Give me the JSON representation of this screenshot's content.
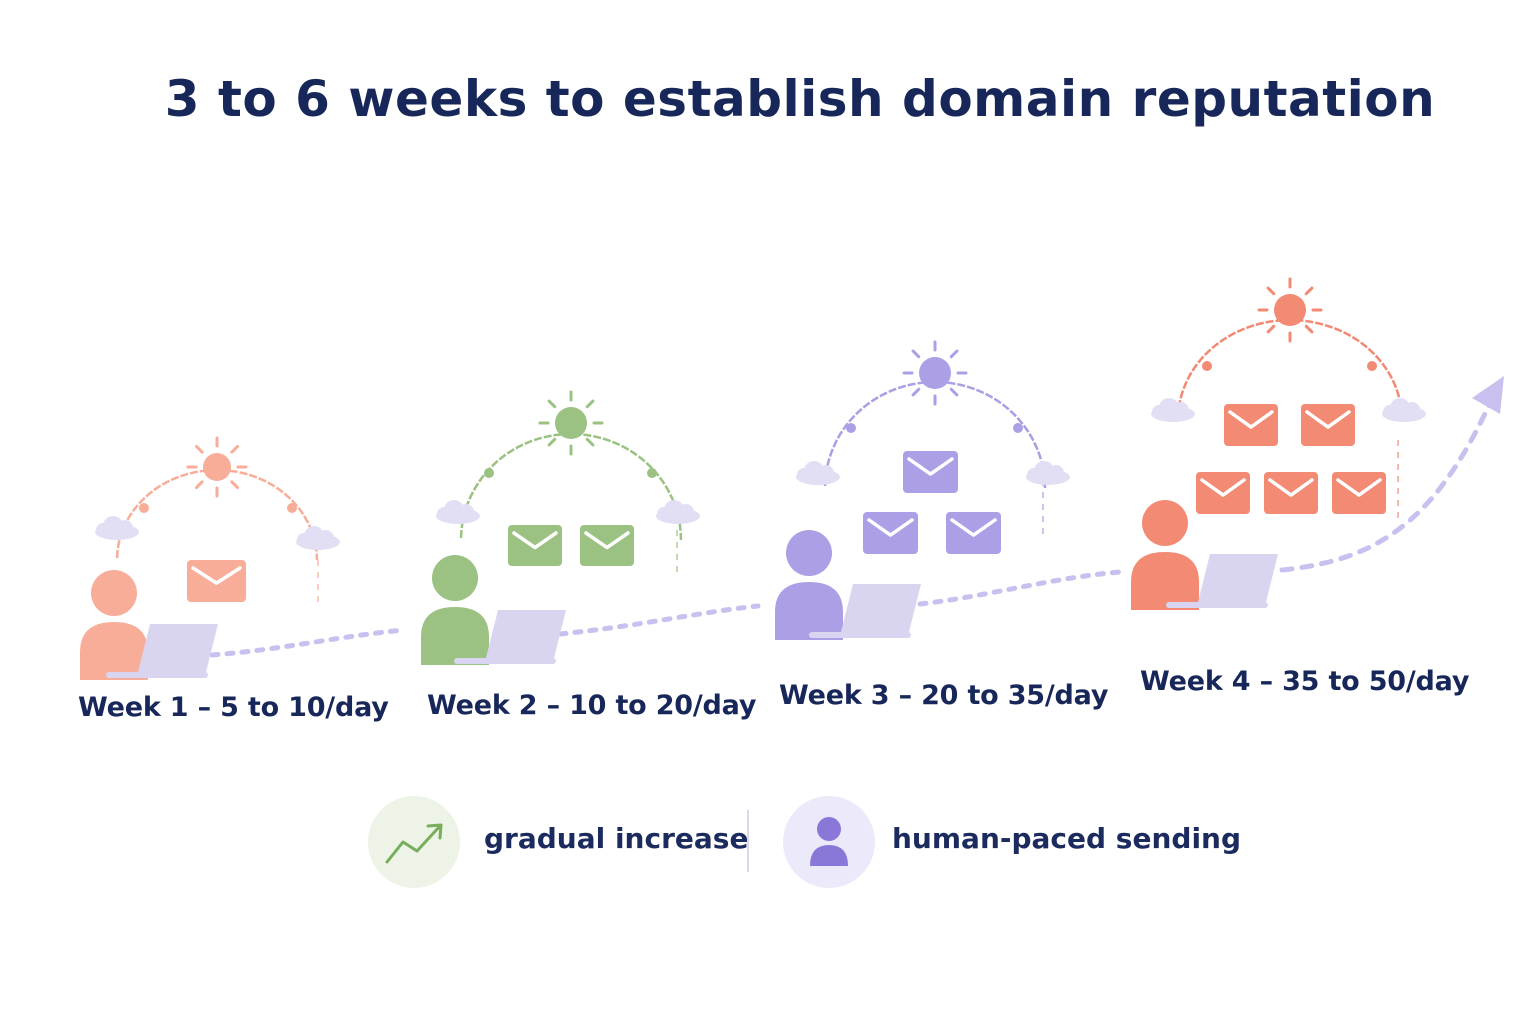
{
  "title": "3 to 6 weeks to establish domain reputation",
  "colors": {
    "title": "#18275a",
    "coral": "#f08a76",
    "coral_light": "#f8ad98",
    "green": "#8fb872",
    "purple": "#a99be3",
    "laptop": "#d9d5f0",
    "cloud": "#e2def3",
    "path": "#c9c0ef"
  },
  "weeks": [
    {
      "label": "Week 1 – 5 to 10/day",
      "emails": 1,
      "color": "#f8ad98",
      "icons": [
        "person-icon",
        "laptop-icon",
        "sun-icon",
        "cloud-icon",
        "envelope-icon"
      ]
    },
    {
      "label": "Week 2 – 10 to 20/day",
      "emails": 2,
      "color": "#9bc282",
      "icons": [
        "person-icon",
        "laptop-icon",
        "sun-icon",
        "cloud-icon",
        "envelope-icon"
      ]
    },
    {
      "label": "Week 3 – 20 to 35/day",
      "emails": 3,
      "color": "#ad9fe6",
      "icons": [
        "person-icon",
        "laptop-icon",
        "sun-icon",
        "cloud-icon",
        "envelope-icon"
      ]
    },
    {
      "label": "Week 4 – 35 to 50/day",
      "emails": 5,
      "color": "#f28a74",
      "icons": [
        "person-icon",
        "laptop-icon",
        "sun-icon",
        "cloud-icon",
        "envelope-icon"
      ]
    }
  ],
  "legend": [
    {
      "label": "gradual increase",
      "icon": "trend-up-icon",
      "color": "#78ad5a",
      "bg": "#edf4e7"
    },
    {
      "label": "human-paced sending",
      "icon": "person-icon",
      "color": "#8a77d8",
      "bg": "#ece9fa"
    }
  ],
  "growth_arrow_icon": "arrow-up-right-icon"
}
